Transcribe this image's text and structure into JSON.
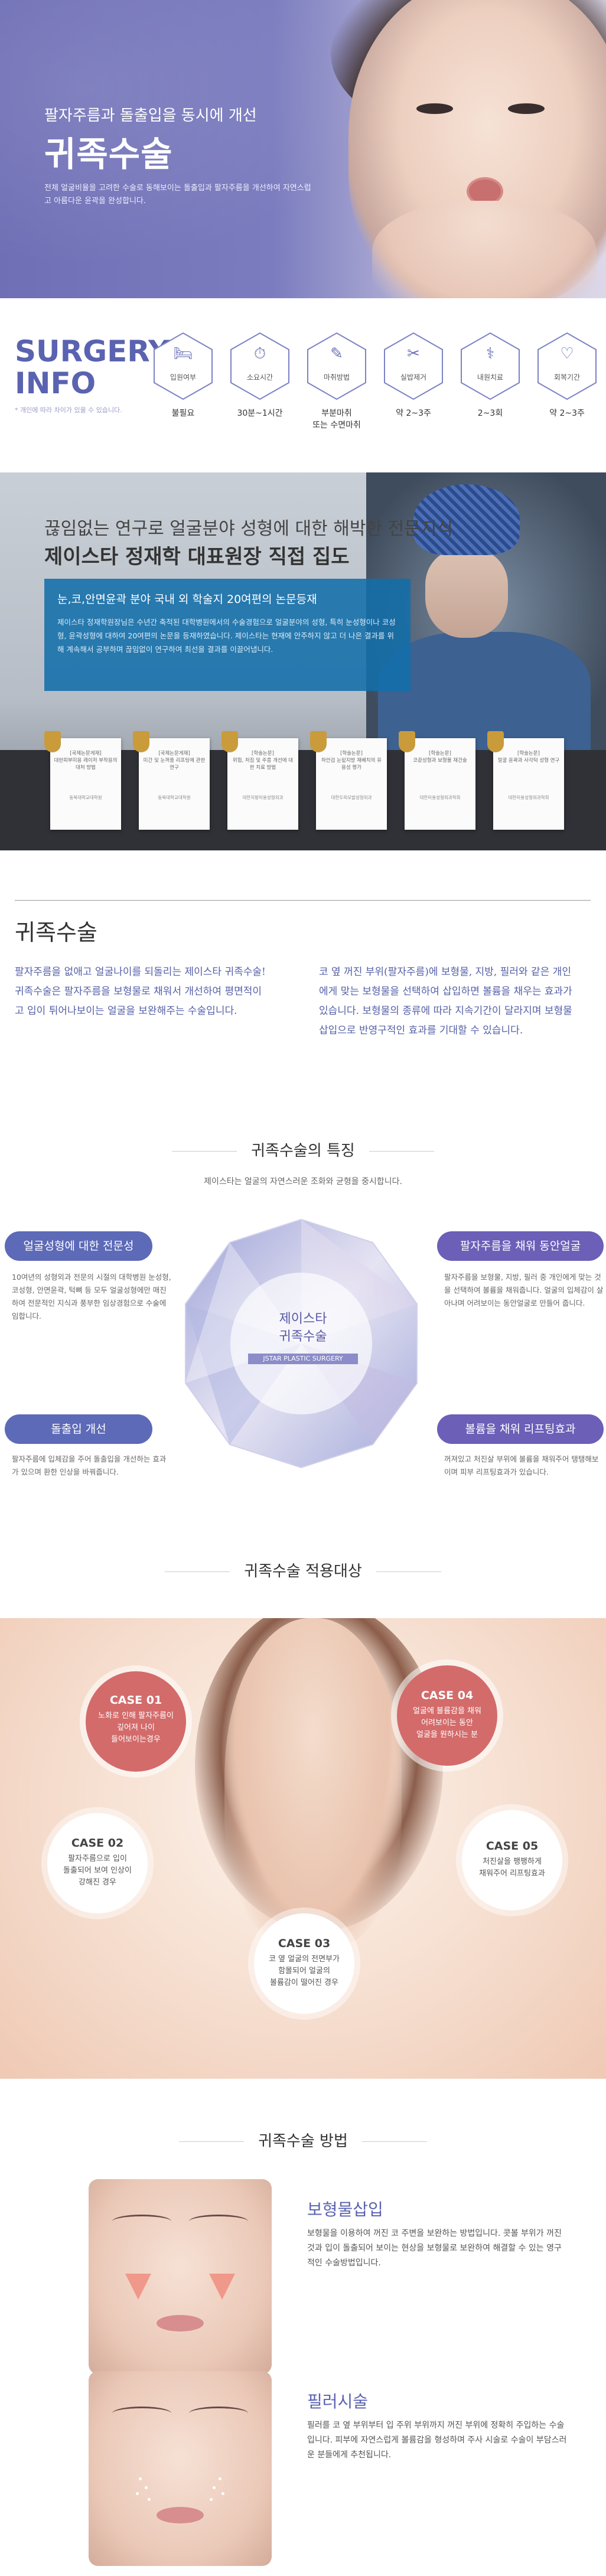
{
  "hero": {
    "subtitle": "팔자주름과 돌출입을 동시에 개선",
    "title": "귀족수술",
    "desc": "전체 얼굴비율을 고려한 수술로 동해보이는 돌출입과 팔자주름을 개선하여 자연스럽고 아름다운 윤곽을 완성합니다."
  },
  "surgery_info": {
    "title_1": "SURGERY",
    "title_2": "INFO",
    "subtitle": "* 개인에 따라 차이가 있을 수 있습니다.",
    "items": [
      {
        "icon": "bed-icon",
        "glyph": "🛏",
        "label": "입원여부",
        "value": "불필요"
      },
      {
        "icon": "clock-icon",
        "glyph": "⏱",
        "label": "소요시간",
        "value": "30분~1시간"
      },
      {
        "icon": "syringe-icon",
        "glyph": "✎",
        "label": "마취방법",
        "value": "부분마취\n또는 수면마취"
      },
      {
        "icon": "scissors-icon",
        "glyph": "✂",
        "label": "실밥제거",
        "value": "약 2~3주"
      },
      {
        "icon": "stethoscope-icon",
        "glyph": "⚕",
        "label": "내원치료",
        "value": "2~3회"
      },
      {
        "icon": "heart-pulse-icon",
        "glyph": "♡",
        "label": "회복기간",
        "value": "약 2~3주"
      }
    ]
  },
  "doctor": {
    "headline_1": "끊임없는 연구로 얼굴분야 성형에 대한 해박한 전문지식",
    "headline_2": "제이스타 정재학 대표원장 직접 집도",
    "box_title": "눈,코,안면윤곽 분야 국내 외 학술지 20여편의 논문등재",
    "box_desc": "제이스타 정재학원장님은 수년간 축적된 대학병원에서의 수술경험으로 얼굴분야의 성형, 특히 눈성형이나 코성형, 윤곽성형에 대하여 20여편의 논문을 등재하였습니다. 제이스타는 현재에 안주하지 않고 더 나은 결과를 위해 계속해서 공부하며 끊임없이 연구하여 최선을 결과를 이끌어냅니다.",
    "cards": [
      {
        "title": "[국제논문게재]\n대한피부미용 레이저 부작용의 대처 방법",
        "org": "동북대학교대학원"
      },
      {
        "title": "[국제논문게재]\n미간 및 눈꺼풀 리프팅에 관한 연구",
        "org": "동북대학교대학원"
      },
      {
        "title": "[학술논문]\n위험, 처짐 및 주름 개선에 대한 치료 방법",
        "org": "대한지방미용성형외과"
      },
      {
        "title": "[학술논문]\n하안검 눈밑지방 재배치의 유용성 평가",
        "org": "대한두피모발성형외과"
      },
      {
        "title": "[학술논문]\n코끝성형과 보형물 재건술",
        "org": "대한미용성형외과학회"
      },
      {
        "title": "[학술논문]\n얼굴 윤곽과 사각턱 성형 연구",
        "org": "대한미용성형외과학회"
      }
    ]
  },
  "intro": {
    "title": "귀족수술",
    "left": "팔자주름을 없애고 얼굴나이를 되돌리는 제이스타 귀족수술! 귀족수술은 팔자주름을 보형물로 채워서 개선하여 평면적이고 입이 튀어나보이는 얼굴을 보완해주는 수술입니다.",
    "right": "코 옆 꺼진 부위(팔자주름)에 보형물, 지방, 필러와 같은 개인에게 맞는 보형물을 선택하여 삽입하면 볼륨을 채우는 효과가 있습니다. 보형물의 종류에 따라 지속기간이 달라지며 보형물 삽입으로 반영구적인 효과를 기대할 수 있습니다."
  },
  "features": {
    "title": "귀족수술의 특징",
    "subtitle": "제이스타는 얼굴의 자연스러운 조화와 균형을 중시합니다.",
    "center_1": "제이스타",
    "center_2": "귀족수술",
    "center_badge": "JSTAR PLASTIC SURGERY",
    "items": [
      {
        "label": "얼굴성형에 대한 전문성",
        "desc": "10여년의 성형외과 전문의 시절의 대학병원 눈성형, 코성형, 안면윤곽, 턱뼈 등 모두 얼굴성형에만 매진하여 전문적인 지식과 풍부한 임상경험으로 수술에 임합니다."
      },
      {
        "label": "팔자주름을 채워 동안얼굴",
        "desc": "팔자주름을 보형물, 지방, 필러 중 개인에게 맞는 것을 선택하여 볼륨을 채워줍니다. 얼굴의 입체감이 살아나며 어려보이는 동안얼굴로 만들어 줍니다."
      },
      {
        "label": "돌출입 개선",
        "desc": "팔자주름에 입체감을 주어 돌출입을 개선하는 효과가 있으며 환한 인상을 바꿔줍니다."
      },
      {
        "label": "볼륨을 채워 리프팅효과",
        "desc": "꺼져있고 처진살 부위에 볼륨을 채워주어 탱탱해보이며 피부 리프팅효과가 있습니다."
      }
    ]
  },
  "target": {
    "title": "귀족수술 적용대상",
    "cases": [
      {
        "case": "CASE 01",
        "desc": "노화로 인해 팔자주름이\n깊어져 나이\n들어보이는경우"
      },
      {
        "case": "CASE 02",
        "desc": "팔자주름으로 입이\n돌출되어 보여 인상이\n강해진 경우"
      },
      {
        "case": "CASE 03",
        "desc": "코 옆 얼굴의 전면부가\n함몰되어 얼굴의\n볼륨감이 떨어진 경우"
      },
      {
        "case": "CASE 04",
        "desc": "얼굴에 볼륨감을 채워\n어려보이는 동안\n얼굴을 원하시는 분"
      },
      {
        "case": "CASE 05",
        "desc": "처진살을 팽팽하게\n채워주어 리프팅효과"
      }
    ]
  },
  "methods": {
    "title": "귀족수술 방법",
    "items": [
      {
        "name": "보형물삽입",
        "desc": "보형물을 이용하여 꺼진 코 주변을 보완하는 방법입니다. 콧볼 부위가 꺼진 것과 입이 돌출되어 보이는 현상을 보형물로 보완하여 해결할 수 있는 영구적인 수술방법입니다."
      },
      {
        "name": "필러시술",
        "desc": "필러를 코 옆 부위부터 입 주위 부위까지 꺼진 부위에 정확히 주입하는 수술입니다. 피부에 자연스럽게 볼륨감을 형성하며 주사 시술로 수술이 부담스러운 분들에게 추천됩니다."
      }
    ]
  },
  "colors": {
    "accent": "#5a63b0",
    "pill_left": "#5d6ab8",
    "pill_right": "#6b5fb8",
    "case_pink": "#d36b6b",
    "doctor_box": "#126eaa"
  }
}
